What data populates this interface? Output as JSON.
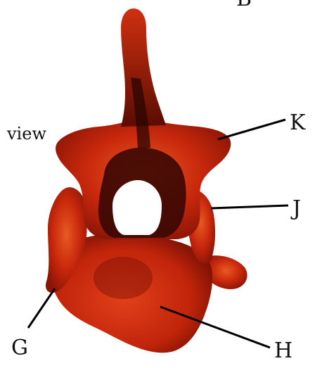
{
  "header": {
    "partial_letter": "B"
  },
  "side_text": "view",
  "labels": {
    "k": "K",
    "j": "J",
    "g": "G",
    "h": "H"
  },
  "colors": {
    "bone": "#c8280c",
    "bone_light": "#e04a18",
    "bone_dark": "#7a1004",
    "shadow": "#2a0602",
    "leader": "#000000",
    "background": "#ffffff"
  }
}
